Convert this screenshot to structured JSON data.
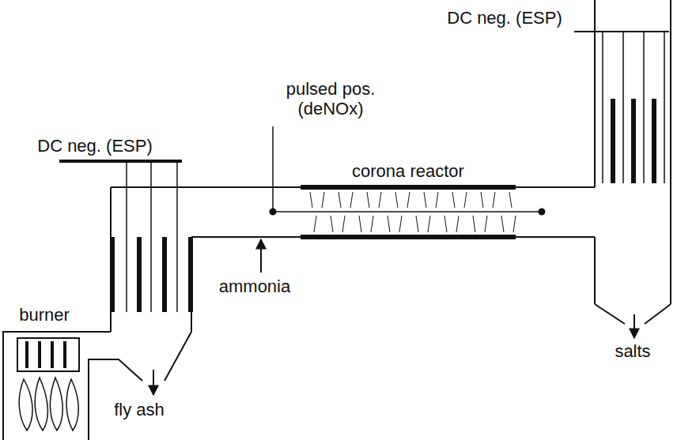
{
  "diagram": {
    "labels": [
      "DC neg. (ESP)",
      "pulsed pos. (deNOx)",
      "DC neg. (ESP)",
      "corona reactor",
      "burner",
      "ammonia",
      "fly ash",
      "salts"
    ]
  }
}
